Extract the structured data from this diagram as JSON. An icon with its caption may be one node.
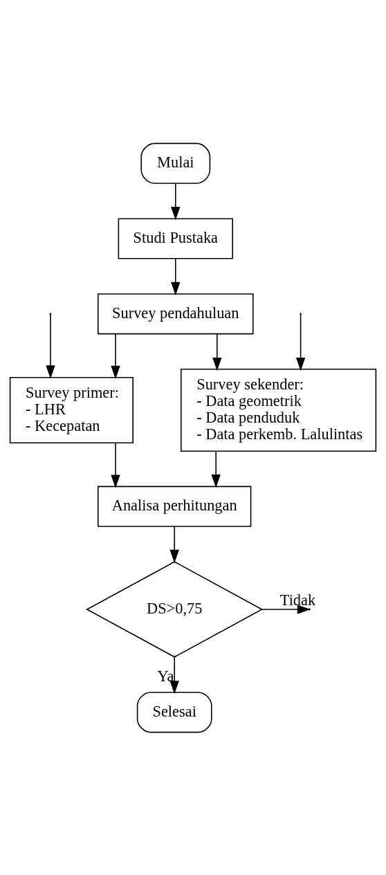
{
  "diagram": {
    "nodes": [
      {
        "text": [
          "Mulai"
        ]
      },
      {
        "text": [
          "Studi Pustaka"
        ]
      },
      {
        "text": [
          "Survey pendahuluan"
        ]
      },
      {
        "text": [
          "Survey primer:",
          "- LHR",
          "- Kecepatan"
        ]
      },
      {
        "text": [
          "Survey sekender:",
          "- Data geometrik",
          "- Data penduduk",
          "- Data perkemb. Lalulintas"
        ]
      },
      {
        "text": [
          "Analisa perhitungan"
        ]
      },
      {
        "text": [
          "DS>0,75"
        ]
      },
      {
        "text": [
          "Selesai"
        ]
      }
    ],
    "edges": [
      {
        "from": 0,
        "to": 1,
        "arrow": "to"
      },
      {
        "from": 1,
        "to": 2,
        "arrow": "to"
      },
      {
        "from": 2,
        "to": 3,
        "arrow": "to"
      },
      {
        "from": 2,
        "to": 4,
        "arrow": "to"
      },
      {
        "from": null,
        "to": 3,
        "arrow": "to"
      },
      {
        "from": null,
        "to": 4,
        "arrow": "to"
      },
      {
        "from": 3,
        "to": 5,
        "arrow": "to"
      },
      {
        "from": 4,
        "to": 5,
        "arrow": "to"
      },
      {
        "from": 5,
        "to": 6,
        "arrow": "to"
      },
      {
        "from": 6,
        "to": null,
        "label": "Tidak",
        "arrow": "to"
      },
      {
        "from": 6,
        "to": 7,
        "label": "Ya",
        "arrow": "to"
      }
    ]
  }
}
